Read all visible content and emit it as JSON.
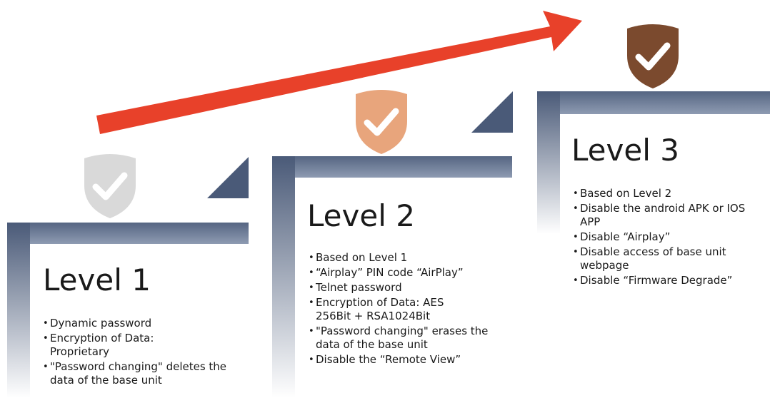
{
  "levels": [
    {
      "title": "Level 1",
      "bullets": [
        "Dynamic password",
        "Encryption of Data: Proprietary",
        "\"Password changing\" deletes the data of the base unit"
      ],
      "shield_color": "#d9d9d9"
    },
    {
      "title": "Level 2",
      "bullets": [
        "Based on Level 1",
        "“Airplay” PIN code “AirPlay”",
        "Telnet password",
        "Encryption of Data: AES 256Bit + RSA1024Bit",
        "\"Password changing\" erases the data of the base unit",
        "Disable the “Remote View”"
      ],
      "shield_color": "#e8a57c"
    },
    {
      "title": "Level 3",
      "bullets": [
        "Based on Level 2",
        "Disable the android APK or IOS APP",
        "Disable “Airplay”",
        "Disable access of base unit webpage",
        "Disable “Firmware Degrade”"
      ],
      "shield_color": "#7b4a2e"
    }
  ],
  "colors": {
    "step_bar_top": "#4a5a78",
    "step_bar_bottom": "#ffffff",
    "arrow": "#e8412a"
  },
  "icons": [
    "shield-check-icon",
    "arrow-right-icon"
  ]
}
